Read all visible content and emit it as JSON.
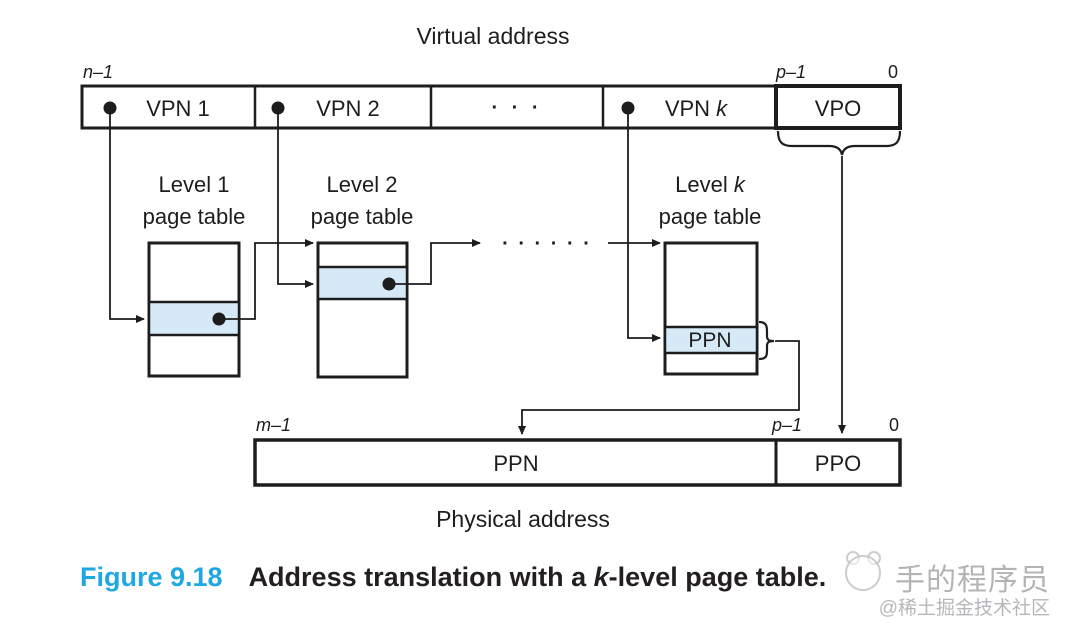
{
  "figure": {
    "virtual_address_title": "Virtual address",
    "physical_address_title": "Physical address"
  },
  "virtual_bar": {
    "bit_left": "n–1",
    "bit_p": "p–1",
    "bit_zero": "0",
    "vpn1": "VPN 1",
    "vpn2": "VPN 2",
    "dots": "· · ·",
    "vpnk_prefix": "VPN ",
    "vpnk_var": "k",
    "vpo": "VPO"
  },
  "tables": {
    "level1": {
      "title_line1": "Level 1",
      "title_line2": "page table"
    },
    "level2": {
      "title_line1": "Level 2",
      "title_line2": "page table"
    },
    "levelk": {
      "title_prefix": "Level ",
      "title_var": "k",
      "title_line2": "page table",
      "entry_label": "PPN"
    }
  },
  "between_dots": "· · ·    · · ·",
  "physical_bar": {
    "bit_left": "m–1",
    "bit_p": "p–1",
    "bit_zero": "0",
    "ppn": "PPN",
    "ppo": "PPO"
  },
  "caption": {
    "figure_label": "Figure 9.18",
    "text_prefix": "Address translation with a ",
    "k_var": "k",
    "text_suffix": "-level page table."
  },
  "watermark": {
    "line1": "手的程序员",
    "line2": "@稀土掘金技术社区"
  },
  "colors": {
    "accent_cyan": "#1ea7e0",
    "entry_highlight": "#d6e9f6",
    "line_dark": "#1d1d1f",
    "watermark_gray": "#a6a8aa"
  }
}
